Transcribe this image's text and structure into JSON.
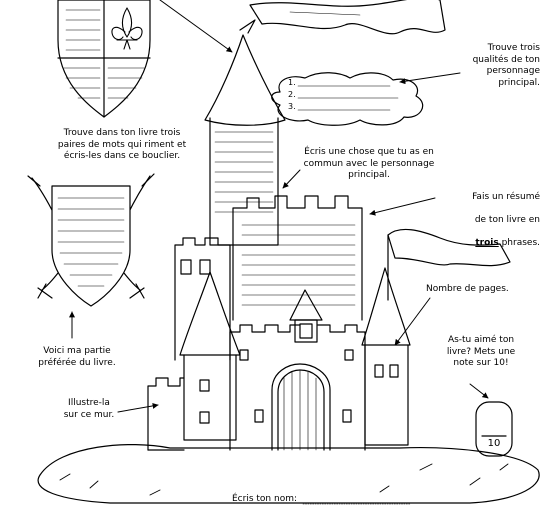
{
  "labels": {
    "shield_rhymes": "Trouve dans ton livre trois\npaires de mots qui riment et\nécris-les dans ce bouclier.",
    "three_qualities": "Trouve trois\nqualités de ton\npersonnage\nprincipal.",
    "common_thing": "Écris une chose que tu as en\ncommun avec le personnage\nprincipal.",
    "summary_line1": "Fais un résumé",
    "summary_line2": "de ton livre en",
    "summary_bold": "trois",
    "summary_end": " phrases.",
    "page_count": "Nombre de pages.",
    "rating": "As-tu aimé ton\nlivre? Mets une\nnote sur 10!",
    "favorite_part": "Voici ma partie\npréférée du livre.",
    "illustrate": "Illustre-la\nsur ce mur.",
    "name_prompt": "Écris ton nom:"
  },
  "cloud_list": [
    "1.",
    "2.",
    "3."
  ],
  "rating_box": {
    "denominator": "10"
  },
  "icons": {
    "shield_emblem": "fleur-de-lis-icon"
  }
}
